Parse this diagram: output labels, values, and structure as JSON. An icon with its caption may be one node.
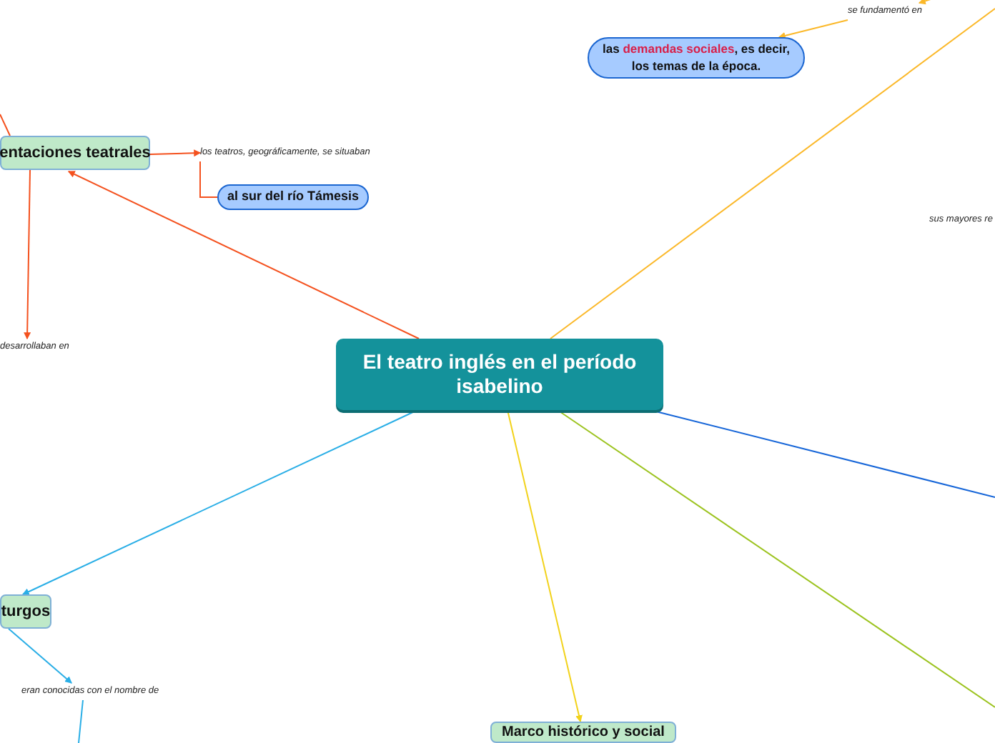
{
  "diagram": {
    "nodes": [
      {
        "text": [
          "El teatro inglés en el período isabelino"
        ]
      },
      {
        "text": [
          "entaciones teatrales"
        ]
      },
      {
        "text": [
          "los teatros, geográficamente, se situaban"
        ]
      },
      {
        "text": [
          "al sur del río Támesis"
        ]
      },
      {
        "text": [
          "desarrollaban en"
        ]
      },
      {
        "text": [
          "se fundamentó en"
        ]
      },
      {
        "text": [
          "las **demandas sociales**, es decir, los temas de la época."
        ]
      },
      {
        "text": [
          "sus mayores re"
        ]
      },
      {
        "text": [
          "turgos"
        ]
      },
      {
        "text": [
          "eran conocidas con el nombre de"
        ]
      },
      {
        "text": [
          "Marco histórico y social"
        ]
      }
    ],
    "edges": [
      {
        "from": 0,
        "to": 1,
        "arrow": "to",
        "color": "#f4511e"
      },
      {
        "from": 1,
        "to": 2,
        "arrow": "to",
        "color": "#f4511e"
      },
      {
        "from": 2,
        "to": 3,
        "arrow": "none",
        "color": "#f4511e"
      },
      {
        "from": 1,
        "to": 4,
        "arrow": "to",
        "color": "#f4511e"
      },
      {
        "from": null,
        "to": 1,
        "arrow": "none",
        "color": "#f4511e"
      },
      {
        "from": 0,
        "to": null,
        "arrow": "none",
        "color": "#fbb829"
      },
      {
        "from": null,
        "to": 5,
        "arrow": "to",
        "color": "#fbb829"
      },
      {
        "from": 5,
        "to": 6,
        "arrow": "to",
        "color": "#fbb829"
      },
      {
        "from": 0,
        "to": null,
        "arrow": "none",
        "color": "#1565d8"
      },
      {
        "from": 0,
        "to": null,
        "arrow": "none",
        "color": "#9cc31f"
      },
      {
        "from": 0,
        "to": 8,
        "arrow": "to",
        "color": "#29aee6"
      },
      {
        "from": 8,
        "to": 9,
        "arrow": "to",
        "color": "#29aee6"
      },
      {
        "from": 9,
        "to": null,
        "arrow": "none",
        "color": "#29aee6"
      },
      {
        "from": 0,
        "to": 10,
        "arrow": "to",
        "color": "#f2d21b"
      }
    ]
  }
}
